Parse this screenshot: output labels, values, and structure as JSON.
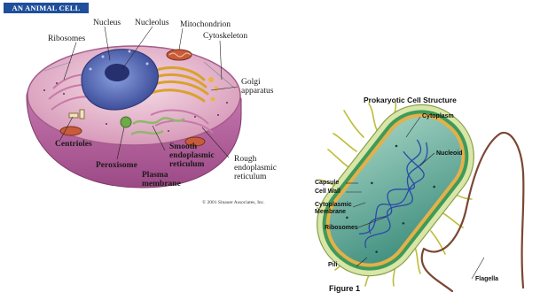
{
  "animal_cell": {
    "title": "AN ANIMAL CELL",
    "labels": {
      "nucleus": "Nucleus",
      "nucleolus": "Nucleolus",
      "mitochondrion": "Mitochondrion",
      "ribosomes": "Ribosomes",
      "cytoskeleton": "Cytoskeleton",
      "golgi_line1": "Golgi",
      "golgi_line2": "apparatus",
      "centrioles": "Centrioles",
      "smooth_er_line1": "Smooth",
      "smooth_er_line2": "endoplasmic",
      "smooth_er_line3": "reticulum",
      "rough_er_line1": "Rough",
      "rough_er_line2": "endoplasmic",
      "rough_er_line3": "reticulum",
      "peroxisome": "Peroxisome",
      "plasma_line1": "Plasma",
      "plasma_line2": "membrane"
    },
    "copyright": "© 2001 Sinauer Associates, Inc."
  },
  "prokaryotic_cell": {
    "title": "Prokaryotic Cell Structure",
    "labels": {
      "cytoplasm": "Cytoplasm",
      "nucleoid": "Nucleoid",
      "capsule": "Capsule",
      "cell_wall": "Cell Wall",
      "cytoplasmic_line1": "Cytoplasmic",
      "cytoplasmic_line2": "Membrane",
      "ribosomes": "Ribosomes",
      "pili": "Pili",
      "flagella": "Flagella"
    },
    "figure_caption": "Figure 1"
  },
  "colors": {
    "banner": "#1f4e9b",
    "cell_membrane": "#c46aa8",
    "cytoplasm": "#e7c7d6",
    "nucleus": "#5b6fb5",
    "golgi": "#e0b23a",
    "bacterium_body": "#5fae9e",
    "pili": "#c2c23a",
    "flagellum": "#8a4a3a"
  }
}
